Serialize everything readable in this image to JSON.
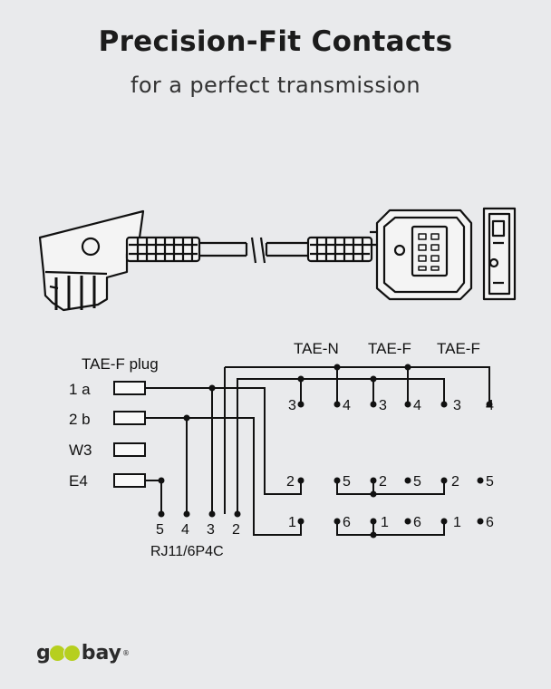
{
  "header": {
    "title": "Precision-Fit Contacts",
    "subtitle": "for a perfect transmission"
  },
  "diagram": {
    "plug_label": "TAE-F plug",
    "plug_pins": [
      "1 a",
      "2 b",
      "W3",
      "E4"
    ],
    "rj_pins": [
      "5",
      "4",
      "3",
      "2"
    ],
    "rj_label": "RJ11/6P4C",
    "sockets": [
      "TAE-N",
      "TAE-F",
      "TAE-F"
    ],
    "top_row_pins": [
      "3",
      "4"
    ],
    "mid_row_pins": [
      "2",
      "5"
    ],
    "bottom_row_pins": [
      "1",
      "6"
    ]
  },
  "brand": {
    "logo_prefix": "g",
    "logo_suffix": "bay",
    "trademark": "®",
    "accent_color": "#b6cf1f"
  }
}
